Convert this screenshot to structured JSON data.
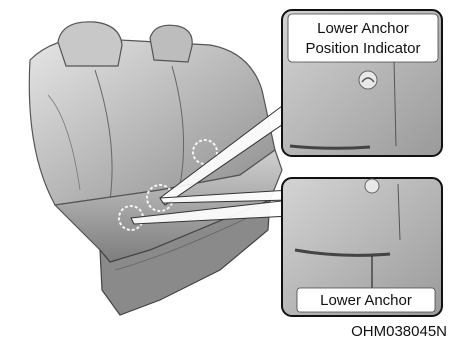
{
  "figure": {
    "top_callout": {
      "line1": "Lower Anchor",
      "line2": "Position Indicator"
    },
    "bottom_callout": {
      "label": "Lower Anchor"
    },
    "figure_code": "OHM038045N"
  }
}
